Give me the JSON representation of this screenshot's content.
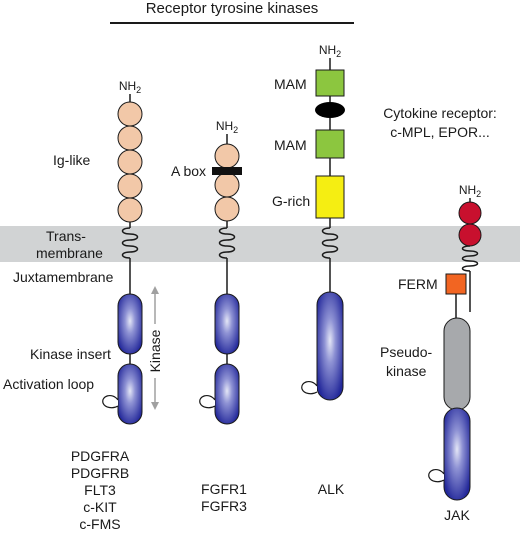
{
  "header": {
    "title": "Receptor tyrosine kinases"
  },
  "terminal_label": "NH2",
  "labels": {
    "ig_like": "Ig-like",
    "a_box": "A box",
    "mam_top": "MAM",
    "mam_bottom": "MAM",
    "g_rich": "G-rich",
    "cytokine_line1": "Cytokine receptor:",
    "cytokine_line2": "c-MPL, EPOR...",
    "trans": "Trans-",
    "membrane": "membrane",
    "juxtamembrane": "Juxtamembrane",
    "kinase_insert": "Kinase insert",
    "activation_loop": "Activation loop",
    "kinase_axis": "Kinase",
    "ferm": "FERM",
    "pseudo_line1": "Pseudo-",
    "pseudo_line2": "kinase"
  },
  "groups": {
    "pdgfr": [
      "PDGFRA",
      "PDGFRB",
      "FLT3",
      "c-KIT",
      "c-FMS"
    ],
    "fgfr": [
      "FGFR1",
      "FGFR3"
    ],
    "alk": [
      "ALK"
    ],
    "jak": [
      "JAK"
    ]
  },
  "colors": {
    "ig_domain": "#f2c8a8",
    "kinase_domain": "#2a2f9e",
    "kinase_highlight": "#d8dcf2",
    "mam_domain": "#8cc63f",
    "g_rich_domain": "#f5ee12",
    "cytokine_domain": "#c8102e",
    "ferm_domain": "#f26522",
    "pseudokinase_domain": "#a7a9ac",
    "membrane": "#d1d3d4",
    "axis_arrow": "#a0a0a0"
  }
}
